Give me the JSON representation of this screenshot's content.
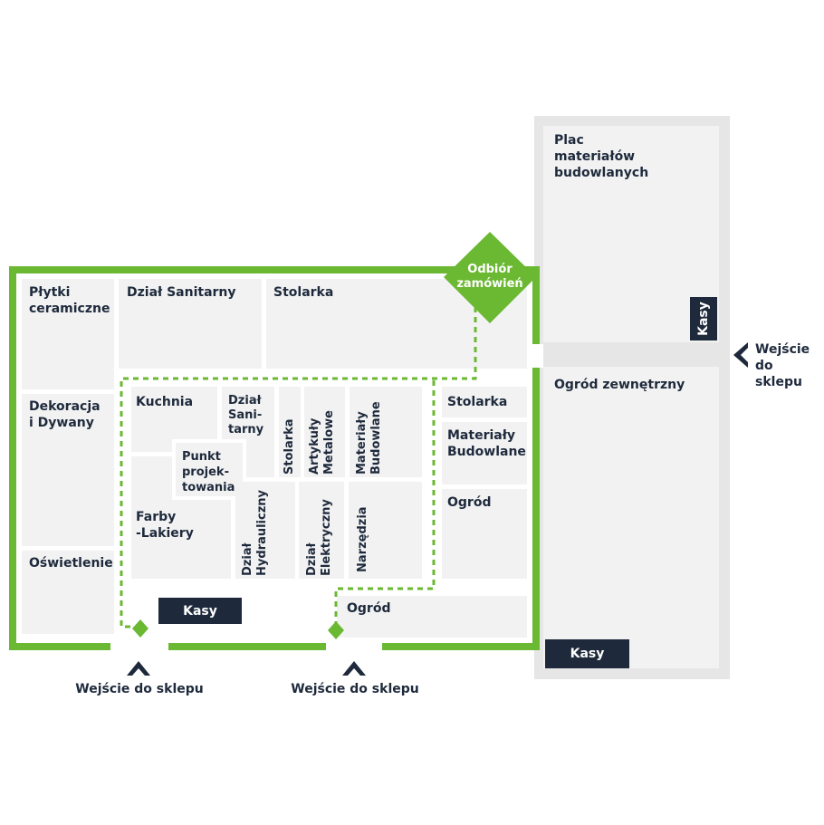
{
  "map": {
    "colors": {
      "outline": "#6bb832",
      "floor": "#f2f2f2",
      "outdoor_border": "#e6e6e6",
      "dark": "#1e2a3c"
    },
    "outdoor": {
      "building_materials_yard": "Plac\nmateriałów\nbudowlanych",
      "outdoor_garden": "Ogród zewnętrzny",
      "kasy_yard": "Kasy",
      "kasy_garden": "Kasy"
    },
    "departments": {
      "plytki": "Płytki\nceramiczne",
      "dzial_sanitarny": "Dział Sanitarny",
      "stolarka_top": "Stolarka",
      "dekoracja": "Dekoracja\ni Dywany",
      "oswietlenie": "Oświetlenie",
      "kuchnia": "Kuchnia",
      "sanitarny_small": "Dział\nSani-\ntarny",
      "punkt": "Punkt\nprojek-\ntowania",
      "farby": "Farby\n-Lakiery",
      "stolarka_vertical": "Stolarka",
      "artykuly": "Artykuły\nMetalowe",
      "materialy_vertical": "Materiały\nBudowlane",
      "hydrauliczny": "Dział\nHydrauliczny",
      "elektryczny": "Dział\nElektryczny",
      "narzedzia": "Narzędzia",
      "stolarka_right": "Stolarka",
      "materialy_right": "Materiały\nBudowlane",
      "ogrod_right": "Ogród",
      "ogrod_bottom": "Ogród"
    },
    "odbior": "Odbiór\nzamówień",
    "kasy_inside": "Kasy",
    "entrances": {
      "left": "Wejście do sklepu",
      "middle": "Wejście do sklepu",
      "right": "Wejście\ndo sklepu"
    },
    "icons": {
      "entrance_left": "chevron-up-icon",
      "entrance_middle": "chevron-up-icon",
      "entrance_right": "chevron-left-icon"
    }
  }
}
